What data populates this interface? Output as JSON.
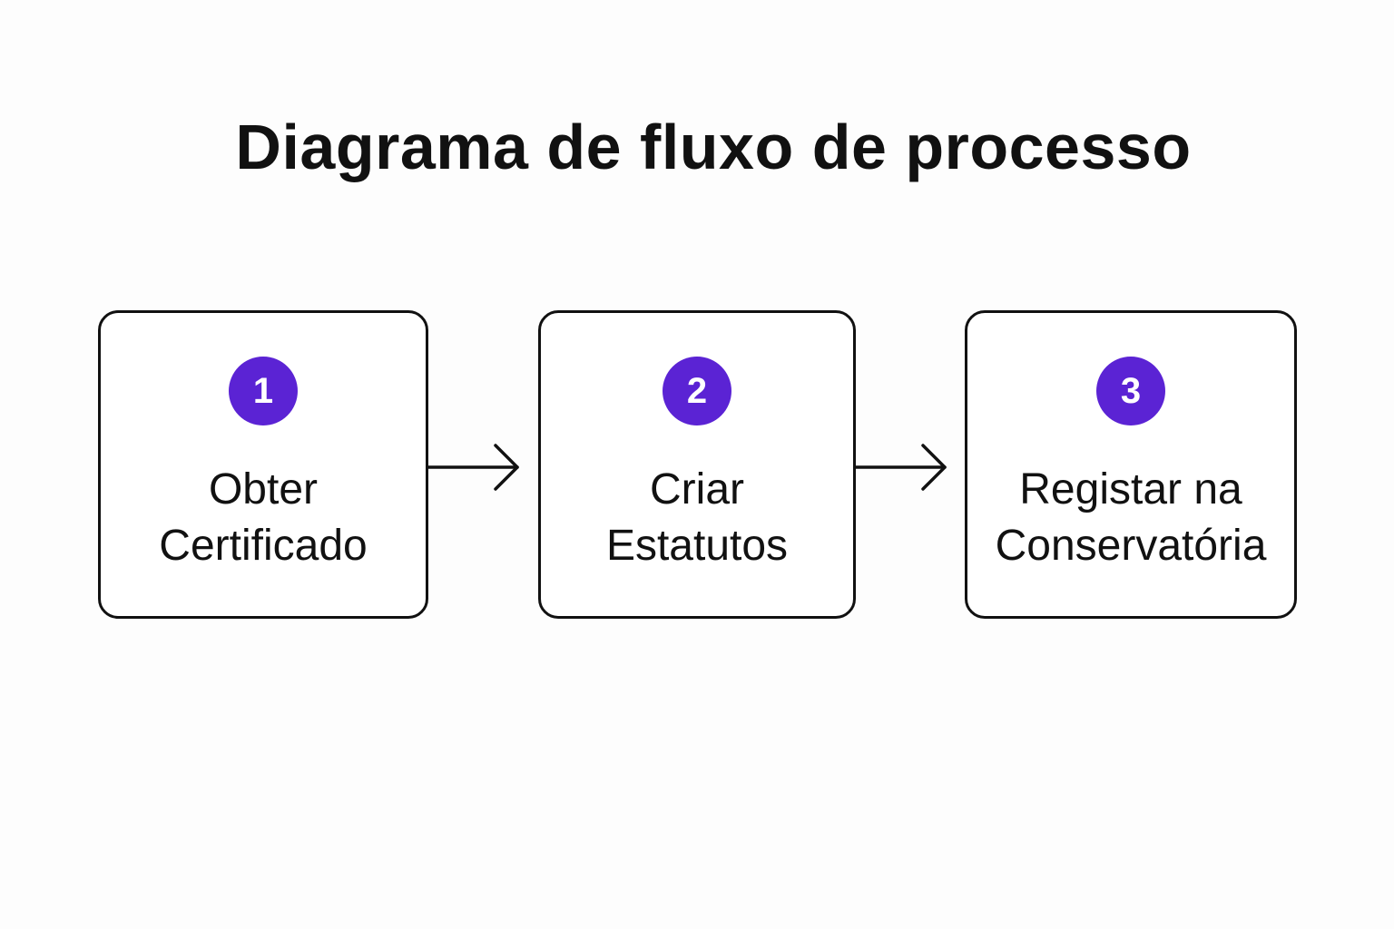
{
  "diagram": {
    "title": "Diagrama de fluxo de processo",
    "accent_color": "#5b23d4",
    "steps": [
      {
        "number": "1",
        "label_line1": "Obter",
        "label_line2": "Certificado"
      },
      {
        "number": "2",
        "label_line1": "Criar",
        "label_line2": "Estatutos"
      },
      {
        "number": "3",
        "label_line1": "Registar na",
        "label_line2": "Conservatória"
      }
    ],
    "connectors": [
      {
        "from": "1",
        "to": "2",
        "icon": "arrow-right-icon"
      },
      {
        "from": "2",
        "to": "3",
        "icon": "arrow-right-icon"
      }
    ]
  }
}
